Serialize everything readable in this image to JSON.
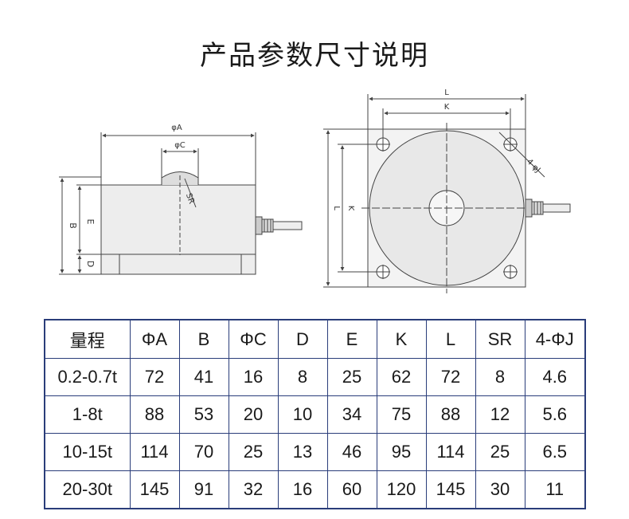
{
  "title": "产品参数尺寸说明",
  "drawing_labels": {
    "phi_a": "φA",
    "phi_c": "φC",
    "b": "B",
    "e": "E",
    "d": "D",
    "sr": "SR",
    "l_top": "L",
    "k_top": "K",
    "l_side": "L",
    "k_side": "K",
    "hole": "4-φJ"
  },
  "table": {
    "headers": [
      "量程",
      "ΦA",
      "B",
      "ΦC",
      "D",
      "E",
      "K",
      "L",
      "SR",
      "4-ΦJ"
    ],
    "rows": [
      [
        "0.2-0.7t",
        "72",
        "41",
        "16",
        "8",
        "25",
        "62",
        "72",
        "8",
        "4.6"
      ],
      [
        "1-8t",
        "88",
        "53",
        "20",
        "10",
        "34",
        "75",
        "88",
        "12",
        "5.6"
      ],
      [
        "10-15t",
        "114",
        "70",
        "25",
        "13",
        "46",
        "95",
        "114",
        "25",
        "6.5"
      ],
      [
        "20-30t",
        "145",
        "91",
        "32",
        "16",
        "60",
        "120",
        "145",
        "30",
        "11"
      ]
    ]
  },
  "colors": {
    "table_border": "#2a3d7a",
    "body_fill": "#eeeeee",
    "line": "#444444"
  }
}
